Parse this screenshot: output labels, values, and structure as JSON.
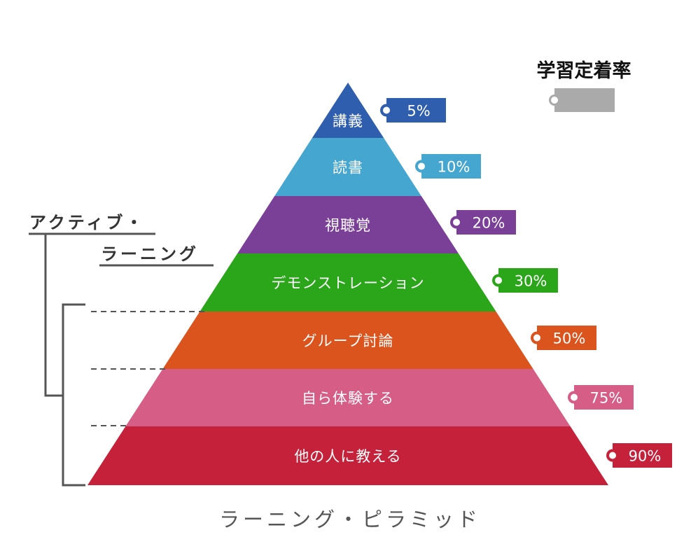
{
  "title": "ラーニング・ピラミッド",
  "legend": {
    "label": "学習定着率",
    "color": "#aaaaaa"
  },
  "active_learning": {
    "line1": "アクティブ・",
    "line2": "ラーニング"
  },
  "layers": [
    {
      "label": "講義",
      "rate": "5%",
      "color": "#2f5eae"
    },
    {
      "label": "読書",
      "rate": "10%",
      "color": "#45a6d0"
    },
    {
      "label": "視聴覚",
      "rate": "20%",
      "color": "#7a3f97"
    },
    {
      "label": "デモンストレーション",
      "rate": "30%",
      "color": "#2ba61b"
    },
    {
      "label": "グループ討論",
      "rate": "50%",
      "color": "#db531d"
    },
    {
      "label": "自ら体験する",
      "rate": "75%",
      "color": "#d55d86"
    },
    {
      "label": "他の人に教える",
      "rate": "90%",
      "color": "#c6213a"
    }
  ]
}
